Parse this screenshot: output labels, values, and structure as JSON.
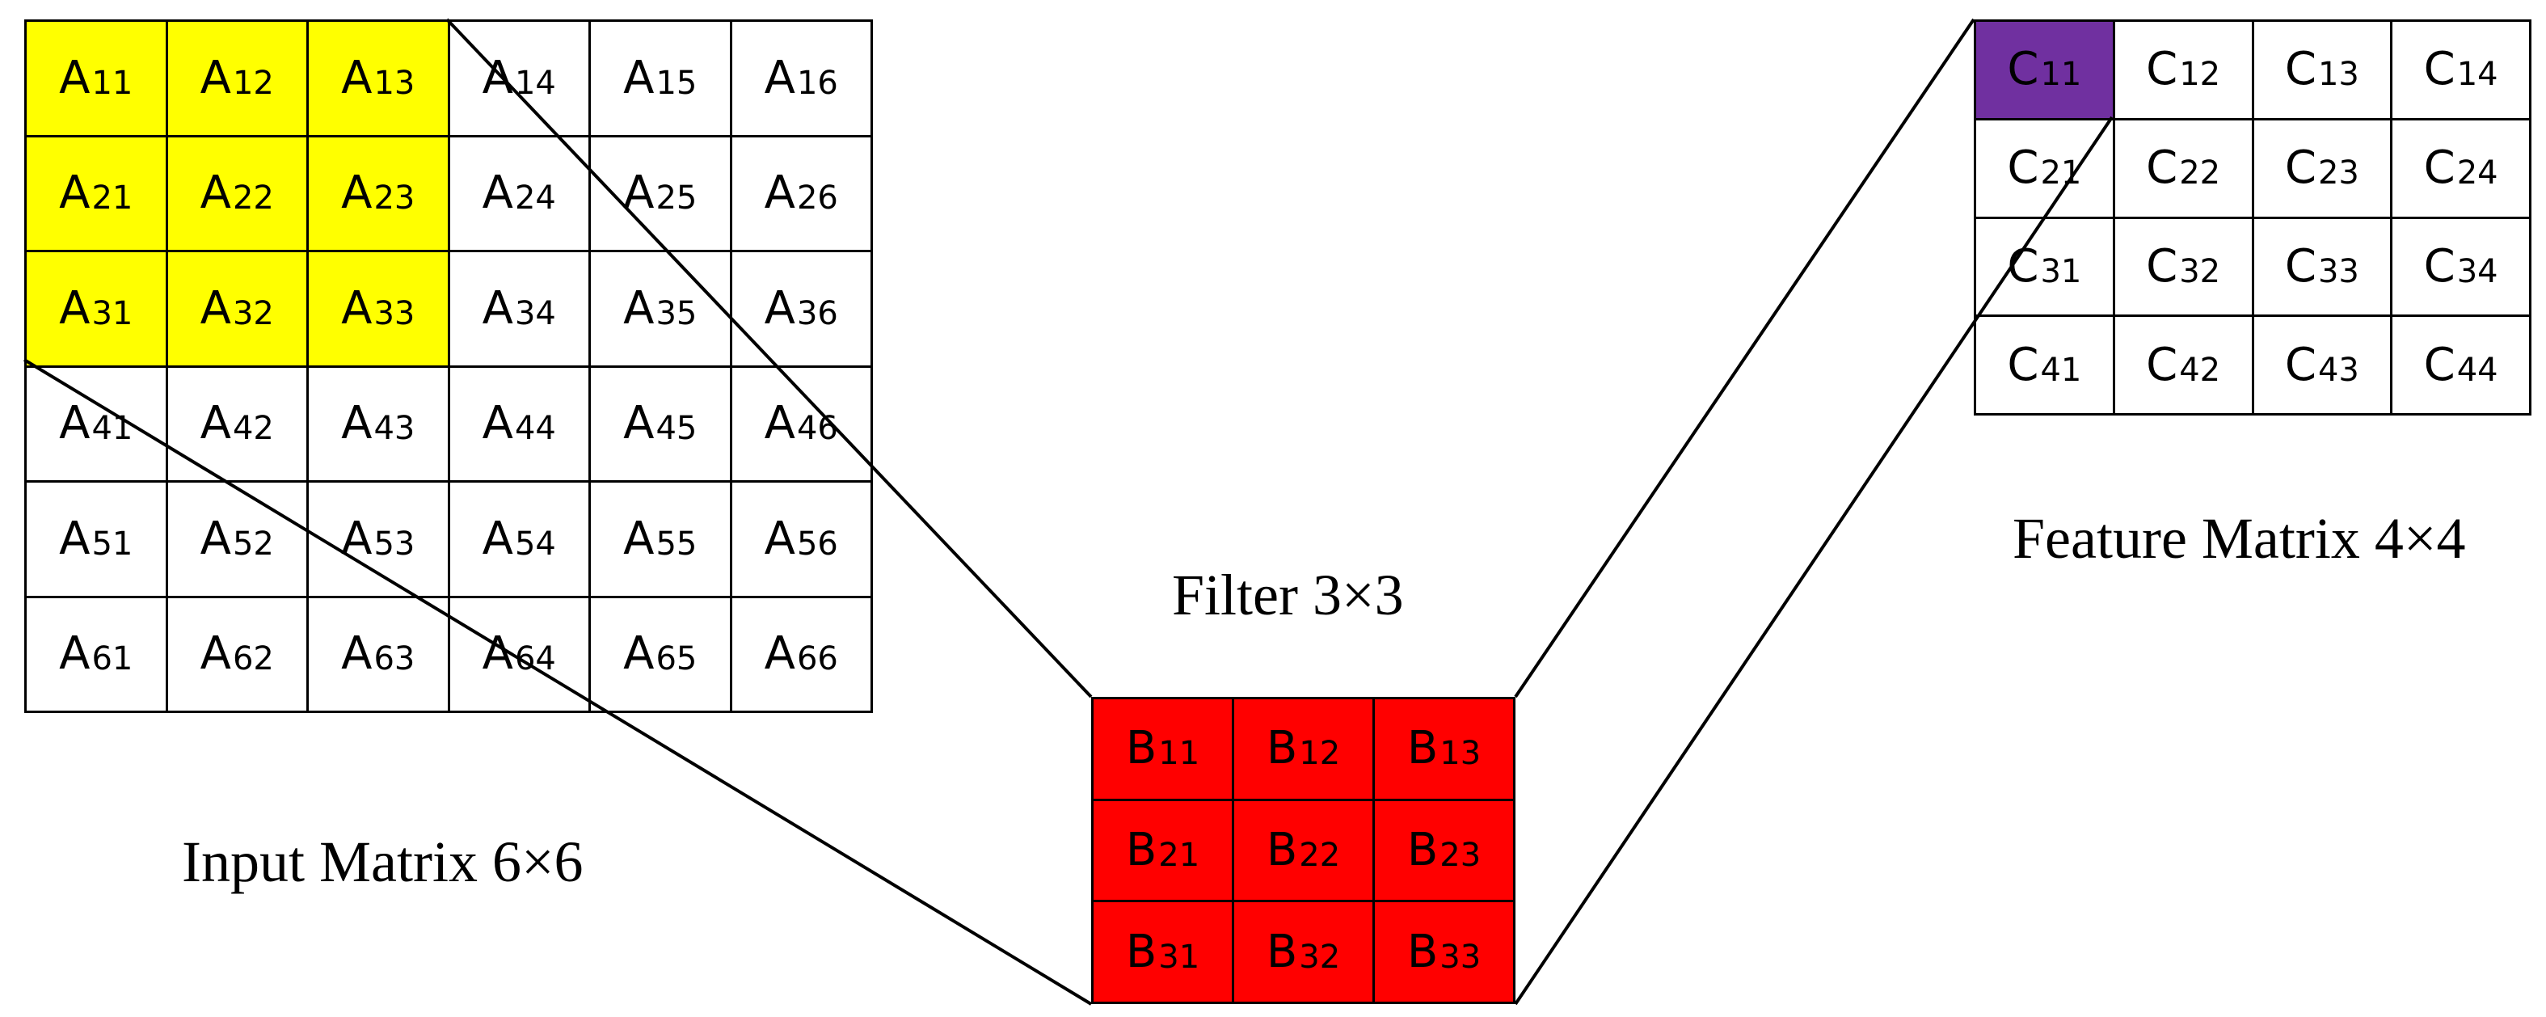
{
  "input_matrix": {
    "label": "Input Matrix 6×6",
    "highlight_color": "#ffff00",
    "default_color": "#ffffff",
    "highlighted_cells": [
      "11",
      "12",
      "13",
      "21",
      "22",
      "23",
      "31",
      "32",
      "33"
    ],
    "cells": [
      {
        "letter": "A",
        "sub": "11"
      },
      {
        "letter": "A",
        "sub": "12"
      },
      {
        "letter": "A",
        "sub": "13"
      },
      {
        "letter": "A",
        "sub": "14"
      },
      {
        "letter": "A",
        "sub": "15"
      },
      {
        "letter": "A",
        "sub": "16"
      },
      {
        "letter": "A",
        "sub": "21"
      },
      {
        "letter": "A",
        "sub": "22"
      },
      {
        "letter": "A",
        "sub": "23"
      },
      {
        "letter": "A",
        "sub": "24"
      },
      {
        "letter": "A",
        "sub": "25"
      },
      {
        "letter": "A",
        "sub": "26"
      },
      {
        "letter": "A",
        "sub": "31"
      },
      {
        "letter": "A",
        "sub": "32"
      },
      {
        "letter": "A",
        "sub": "33"
      },
      {
        "letter": "A",
        "sub": "34"
      },
      {
        "letter": "A",
        "sub": "35"
      },
      {
        "letter": "A",
        "sub": "36"
      },
      {
        "letter": "A",
        "sub": "41"
      },
      {
        "letter": "A",
        "sub": "42"
      },
      {
        "letter": "A",
        "sub": "43"
      },
      {
        "letter": "A",
        "sub": "44"
      },
      {
        "letter": "A",
        "sub": "45"
      },
      {
        "letter": "A",
        "sub": "46"
      },
      {
        "letter": "A",
        "sub": "51"
      },
      {
        "letter": "A",
        "sub": "52"
      },
      {
        "letter": "A",
        "sub": "53"
      },
      {
        "letter": "A",
        "sub": "54"
      },
      {
        "letter": "A",
        "sub": "55"
      },
      {
        "letter": "A",
        "sub": "56"
      },
      {
        "letter": "A",
        "sub": "61"
      },
      {
        "letter": "A",
        "sub": "62"
      },
      {
        "letter": "A",
        "sub": "63"
      },
      {
        "letter": "A",
        "sub": "64"
      },
      {
        "letter": "A",
        "sub": "65"
      },
      {
        "letter": "A",
        "sub": "66"
      }
    ]
  },
  "filter": {
    "label": "Filter 3×3",
    "color": "#ff0000",
    "cells": [
      {
        "letter": "B",
        "sub": "11"
      },
      {
        "letter": "B",
        "sub": "12"
      },
      {
        "letter": "B",
        "sub": "13"
      },
      {
        "letter": "B",
        "sub": "21"
      },
      {
        "letter": "B",
        "sub": "22"
      },
      {
        "letter": "B",
        "sub": "23"
      },
      {
        "letter": "B",
        "sub": "31"
      },
      {
        "letter": "B",
        "sub": "32"
      },
      {
        "letter": "B",
        "sub": "33"
      }
    ]
  },
  "feature_matrix": {
    "label": "Feature Matrix 4×4",
    "highlight_color": "#7030a0",
    "default_color": "#ffffff",
    "highlighted_cells": [
      "11"
    ],
    "cells": [
      {
        "letter": "C",
        "sub": "11"
      },
      {
        "letter": "C",
        "sub": "12"
      },
      {
        "letter": "C",
        "sub": "13"
      },
      {
        "letter": "C",
        "sub": "14"
      },
      {
        "letter": "C",
        "sub": "21"
      },
      {
        "letter": "C",
        "sub": "22"
      },
      {
        "letter": "C",
        "sub": "23"
      },
      {
        "letter": "C",
        "sub": "24"
      },
      {
        "letter": "C",
        "sub": "31"
      },
      {
        "letter": "C",
        "sub": "32"
      },
      {
        "letter": "C",
        "sub": "33"
      },
      {
        "letter": "C",
        "sub": "34"
      },
      {
        "letter": "C",
        "sub": "41"
      },
      {
        "letter": "C",
        "sub": "42"
      },
      {
        "letter": "C",
        "sub": "43"
      },
      {
        "letter": "C",
        "sub": "44"
      }
    ]
  }
}
